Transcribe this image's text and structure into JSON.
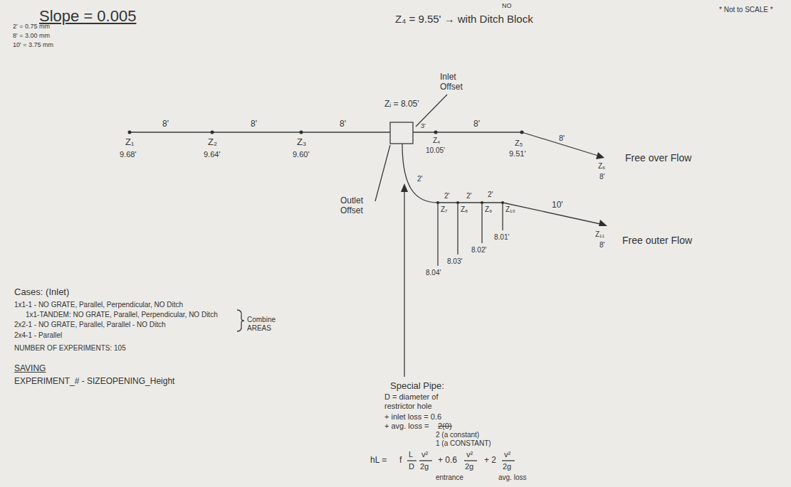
{
  "diagram": {
    "labels": [
      "Slope = 0.005",
      "2' = 0.75 mm",
      "8' = 3.00 mm",
      "10' = 3.75 mm",
      "* Not to SCALE *",
      "NO",
      "Z₄ = 9.55' → with Ditch Block",
      "Z₁",
      "9.68'",
      "Z₂",
      "9.64'",
      "Z₃",
      "9.60'",
      "8'",
      "8'",
      "8'",
      "Zᵢ = 8.05'",
      "Inlet Offset",
      "3'",
      "Z₄",
      "10.05'",
      "8'",
      "Z₅",
      "9.51'",
      "8'",
      "Z₆",
      "8'",
      "Free over Flow",
      "Outlet Offset",
      "2'",
      "2'",
      "2'",
      "2'",
      "Z₇",
      "Z₈",
      "Z₉",
      "Z₁₀",
      "10'",
      "8.04'",
      "8.03'",
      "8.02'",
      "8.01'",
      "Z₁₁",
      "8'",
      "Free outer Flow",
      "Cases: (Inlet)",
      "1x1-1 - NO GRATE, Parallel, Perpendicular, NO Ditch",
      "1x1-TANDEM: NO GRATE, Parallel, Perpendicular, NO Ditch",
      "2x2-1 - NO GRATE, Parallel, Parallel - NO Ditch",
      "Combine AREAS",
      "2x4-1 - Parallel",
      "NUMBER OF EXPERIMENTS: 105",
      "SAVING",
      "EXPERIMENT_# - SIZEOPENING_Height",
      "Special Pipe:",
      "D = diameter of restrictor hole",
      "+ inlet loss = 0.6",
      "+ avg. loss =",
      "2(0)",
      "2 (a constant)",
      "1 (a CONSTANT)",
      "hL =",
      "f",
      "L",
      "D",
      "v²",
      "2g",
      "+ 0.6",
      "v²",
      "2g",
      "+ 2",
      "v²",
      "2g",
      "entrance",
      "avg. loss"
    ]
  }
}
